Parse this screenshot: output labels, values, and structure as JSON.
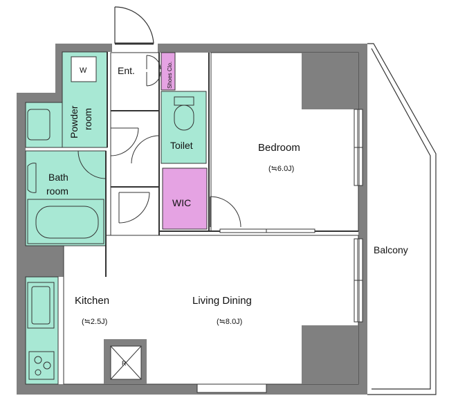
{
  "floor_plan": {
    "rooms": {
      "entrance": "Ent.",
      "shoes_closet": "Shoes Clo.",
      "washer": "W",
      "powder_room_line1": "Powder",
      "powder_room_line2": "room",
      "toilet": "Toilet",
      "bath_line1": "Bath",
      "bath_line2": "room",
      "wic": "WIC",
      "bedroom": "Bedroom",
      "bedroom_size": "(≒6.0J)",
      "balcony": "Balcony",
      "kitchen": "Kitchen",
      "kitchen_size": "(≒2.5J)",
      "living_dining": "Living Dining",
      "living_dining_size": "(≒8.0J)",
      "refrigerator": "R"
    },
    "colors": {
      "wet_area": "#a8e8d4",
      "closet": "#e5a3e3",
      "wall": "#808080",
      "floor": "#ffffff",
      "line": "#333333"
    }
  }
}
